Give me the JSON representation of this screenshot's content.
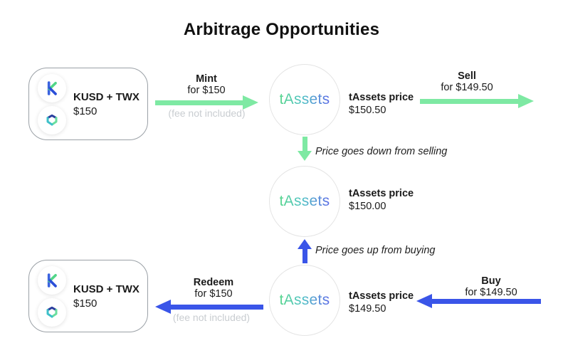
{
  "title": "Arbitrage Opportunities",
  "colors": {
    "green_accent": "#7ee9a3",
    "blue_accent": "#3a55e8",
    "muted_note": "#c9cdd1",
    "tassets_gradient_start": "#58d68d",
    "tassets_gradient_end": "#5b6be6"
  },
  "icons": {
    "kusd": "kusd-k-logo",
    "twx": "twx-trefoil-logo"
  },
  "wallets": {
    "top": {
      "asset": "KUSD + TWX",
      "value": "$150"
    },
    "bottom": {
      "asset": "KUSD + TWX",
      "value": "$150"
    }
  },
  "nodes": {
    "top": {
      "label": "tAssets",
      "price_title": "tAssets price",
      "price": "$150.50"
    },
    "middle": {
      "label": "tAssets",
      "price_title": "tAssets price",
      "price": "$150.00"
    },
    "bottom": {
      "label": "tAssets",
      "price_title": "tAssets price",
      "price": "$149.50"
    }
  },
  "flows": {
    "mint": {
      "action": "Mint",
      "amount": "for $150",
      "note": "(fee not included)"
    },
    "sell": {
      "action": "Sell",
      "amount": "for $149.50"
    },
    "redeem": {
      "action": "Redeem",
      "amount": "for $150",
      "note": "(fee not included)"
    },
    "buy": {
      "action": "Buy",
      "amount": "for $149.50"
    },
    "price_down": {
      "caption": "Price goes down from selling"
    },
    "price_up": {
      "caption": "Price goes up from buying"
    }
  }
}
